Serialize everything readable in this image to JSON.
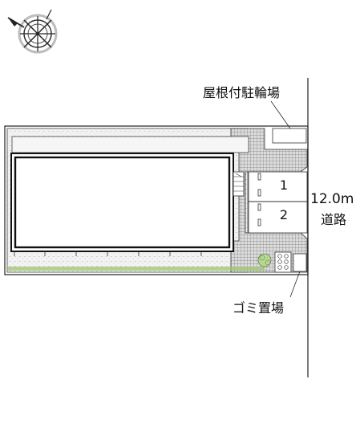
{
  "labels": {
    "bicycle_parking": "屋根付駐輪場",
    "road_width": "12.0m",
    "road": "道路",
    "garbage_area": "ゴミ置場"
  },
  "parking_spaces": [
    "1",
    "2"
  ],
  "icons": {
    "compass": "compass-rose-icon"
  },
  "colors": {
    "line": "#222222",
    "gravel": "#f1f1f1",
    "paving": "#d4d4d4",
    "grass": "#8dbf5a"
  }
}
